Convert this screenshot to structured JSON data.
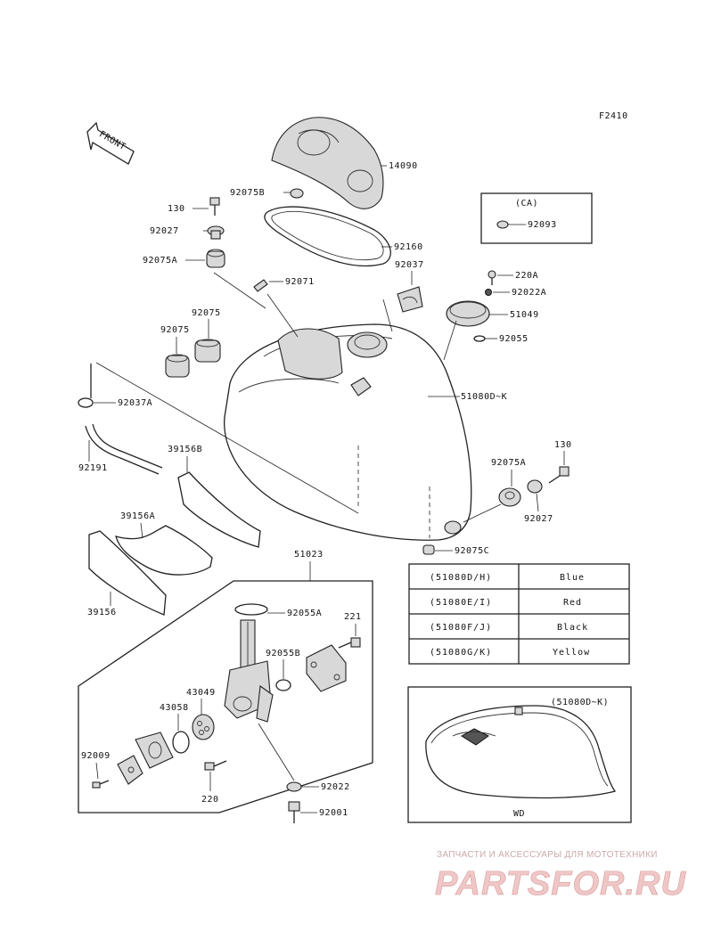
{
  "diagram": {
    "code": "F2410",
    "front_label": "FRONT",
    "ca_box_title": "(CA)",
    "labels": {
      "p14090": "14090",
      "p92075B": "92075B",
      "p130a": "130",
      "p92027a": "92027",
      "p92160": "92160",
      "p92075A_a": "92075A",
      "p92037": "92037",
      "p220A": "220A",
      "p92071": "92071",
      "p92022A": "92022A",
      "p92075_1": "92075",
      "p92075_2": "92075",
      "p51049": "51049",
      "p92055": "92055",
      "p92037A": "92037A",
      "p51080DK": "51080D~K",
      "p39156B": "39156B",
      "p92191": "92191",
      "p130b": "130",
      "p92075A_b": "92075A",
      "p39156A": "39156A",
      "p92027b": "92027",
      "p92075C": "92075C",
      "p39156": "39156",
      "p51023": "51023",
      "p92055A": "92055A",
      "p221": "221",
      "p92055B": "92055B",
      "p43049": "43049",
      "p43058": "43058",
      "p92009": "92009",
      "p220b": "220",
      "p92022": "92022",
      "p92001": "92001",
      "p92093": "92093"
    },
    "color_table": [
      {
        "code": "(51080D/H)",
        "color": "Blue"
      },
      {
        "code": "(51080E/I)",
        "color": "Red"
      },
      {
        "code": "(51080F/J)",
        "color": "Black"
      },
      {
        "code": "(51080G/K)",
        "color": "Yellow"
      }
    ],
    "inset": {
      "title": "(51080D~K)",
      "caption": "WD"
    }
  },
  "watermark": {
    "tagline": "ЗАПЧАСТИ И АКСЕССУАРЫ ДЛЯ МОТОТЕХНИКИ",
    "logo": "PARTSFOR.RU"
  }
}
